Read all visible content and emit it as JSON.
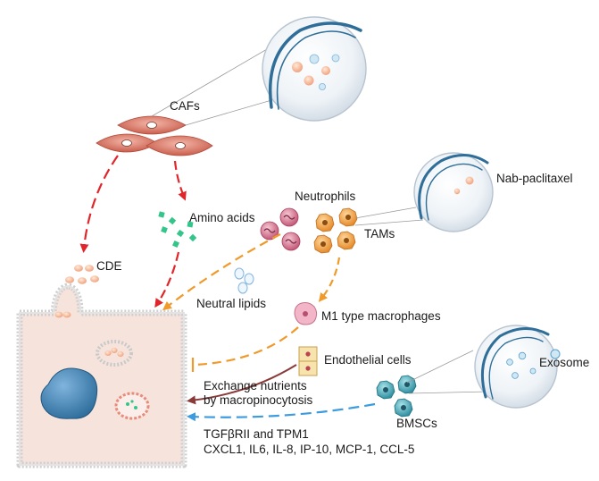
{
  "labels": {
    "cafs": "CAFs",
    "neutrophils": "Neutrophils",
    "nab_paclitaxel": "Nab-paclitaxel",
    "amino_acids": "Amino acids",
    "tams": "TAMs",
    "cde": "CDE",
    "neutral_lipids": "Neutral lipids",
    "m1_macrophages": "M1 type macrophages",
    "endothelial_cells": "Endothelial cells",
    "exosome": "Exosome",
    "exchange_line1": "Exchange nutrients",
    "exchange_line2": "by macropinocytosis",
    "bmscs": "BMSCs",
    "tgf_line": "TGFβRII and TPM1",
    "cytokine_line": "CXCL1, IL6, IL-8, IP-10, MCP-1,  CCL-5"
  },
  "colors": {
    "red_arrow": "#e0262b",
    "orange_arrow": "#ef9a2a",
    "brown_arrow": "#8b3a3a",
    "blue_arrow": "#3d9be0",
    "cell_fill": "#f6e3dc",
    "vesicle_blue": "#2f6e99",
    "green_particles": "#34c58a"
  }
}
